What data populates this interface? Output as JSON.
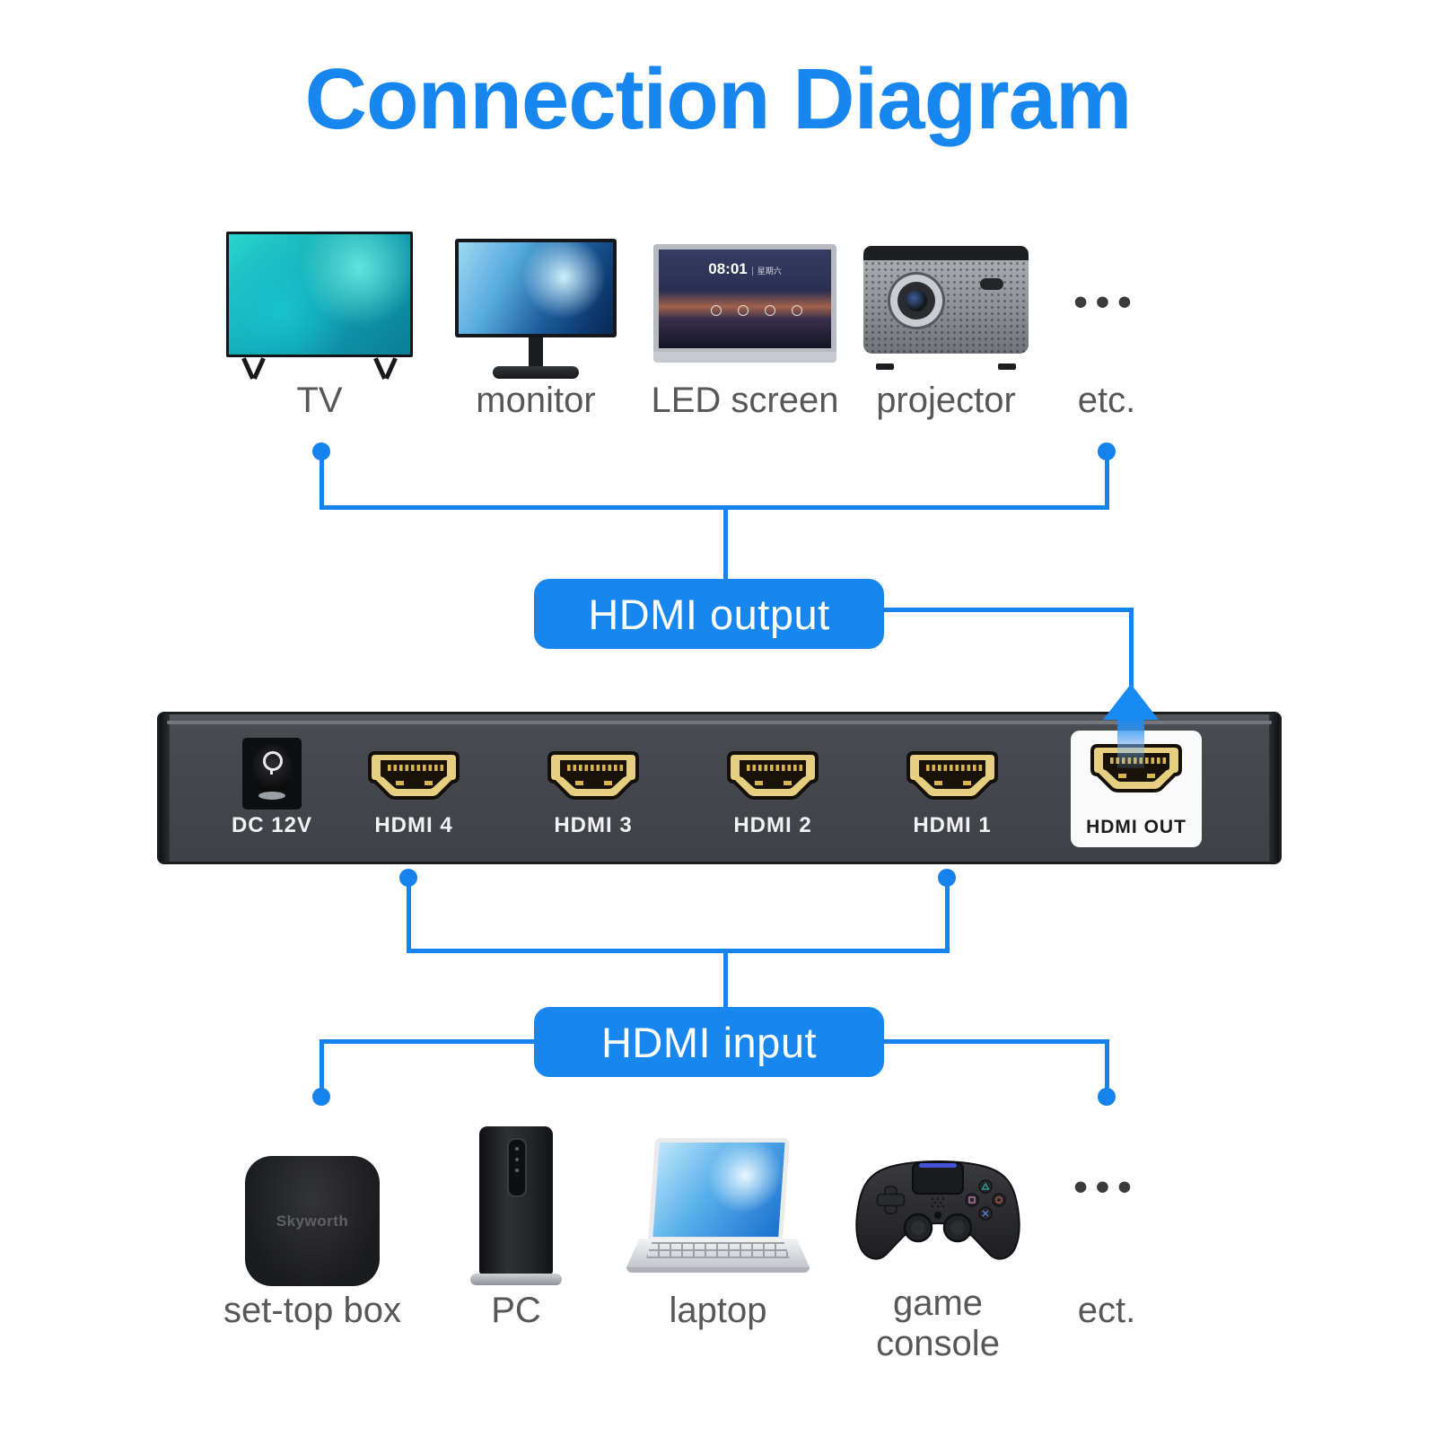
{
  "title": "Connection Diagram",
  "colors": {
    "accent_blue": "#1787EF",
    "line_blue": "#1583EB",
    "port_gold": "#D8B54E",
    "panel_dark": "#3F4247"
  },
  "ellipsis": "•••",
  "outputs": {
    "items": [
      {
        "label": "TV"
      },
      {
        "label": "monitor"
      },
      {
        "label": "LED screen",
        "clock": "08:01",
        "week": "星期六"
      },
      {
        "label": "projector"
      },
      {
        "label": "etc."
      }
    ]
  },
  "output_tag": {
    "label": "HDMI output"
  },
  "switch": {
    "power_label": "DC 12V",
    "input_ports": [
      {
        "label": "HDMI 4"
      },
      {
        "label": "HDMI 3"
      },
      {
        "label": "HDMI 2"
      },
      {
        "label": "HDMI 1"
      }
    ],
    "output_port": {
      "label": "HDMI OUT"
    }
  },
  "input_tag": {
    "label": "HDMI input"
  },
  "inputs": {
    "items": [
      {
        "label": "set-top box",
        "brand": "Skyworth"
      },
      {
        "label": "PC"
      },
      {
        "label": "laptop"
      },
      {
        "label": "game console"
      },
      {
        "label": "ect."
      }
    ]
  }
}
